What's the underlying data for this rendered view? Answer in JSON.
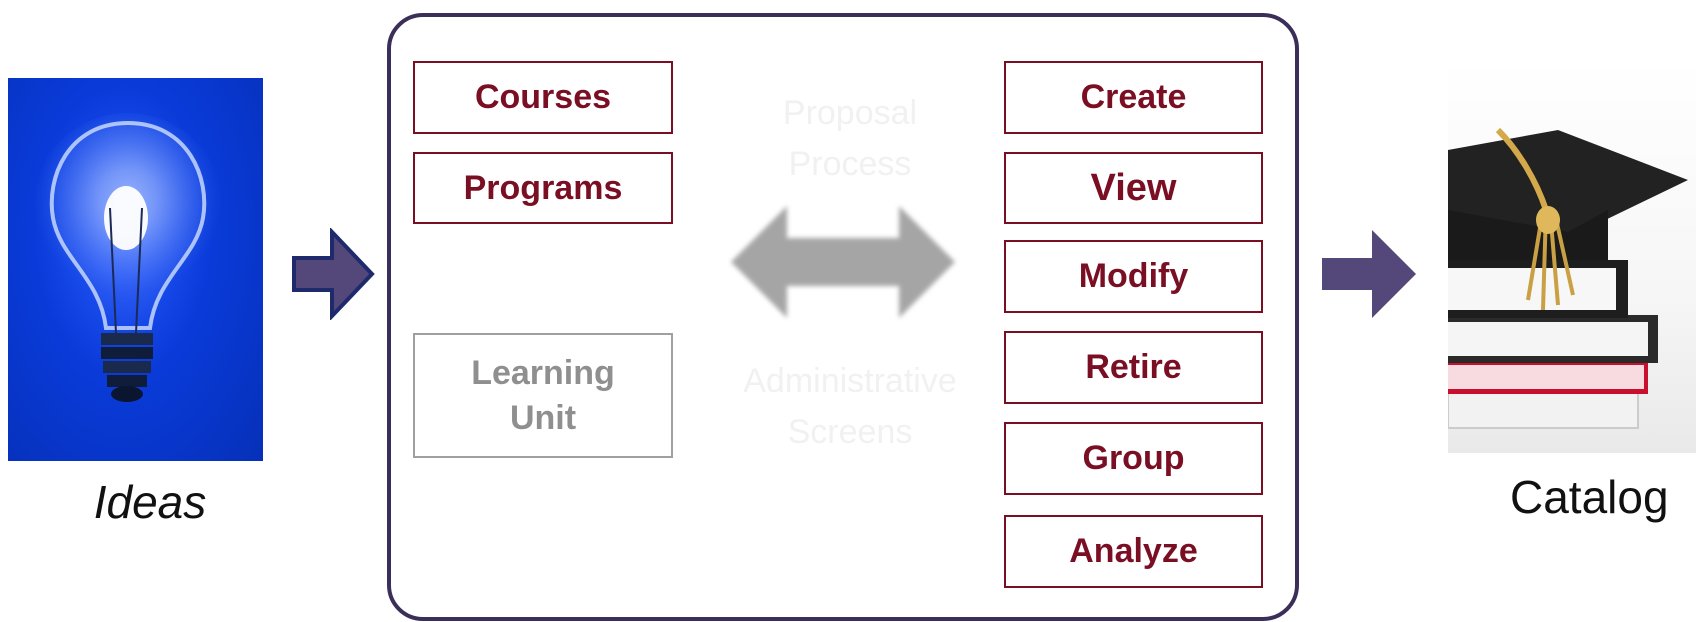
{
  "left": {
    "label": "Ideas"
  },
  "right": {
    "label": "Catalog"
  },
  "left_column": {
    "courses": "Courses",
    "programs": "Programs",
    "learning_unit_line1": "Learning",
    "learning_unit_line2": "Unit"
  },
  "middle": {
    "top_line1": "Proposal",
    "top_line2": "Process",
    "bottom_line1": "Administrative",
    "bottom_line2": "Screens"
  },
  "actions": {
    "create": "Create",
    "view": "View",
    "modify": "Modify",
    "retire": "Retire",
    "group": "Group",
    "analyze": "Analyze"
  },
  "colors": {
    "frame": "#3b2f59",
    "arrow": "#54487a",
    "box_border": "#7a0f24",
    "muted": "#a0a0a0",
    "double_arrow": "#9c9c9c"
  },
  "icons": {
    "left_image": "light-bulb-image",
    "right_image": "graduation-cap-books-image"
  }
}
